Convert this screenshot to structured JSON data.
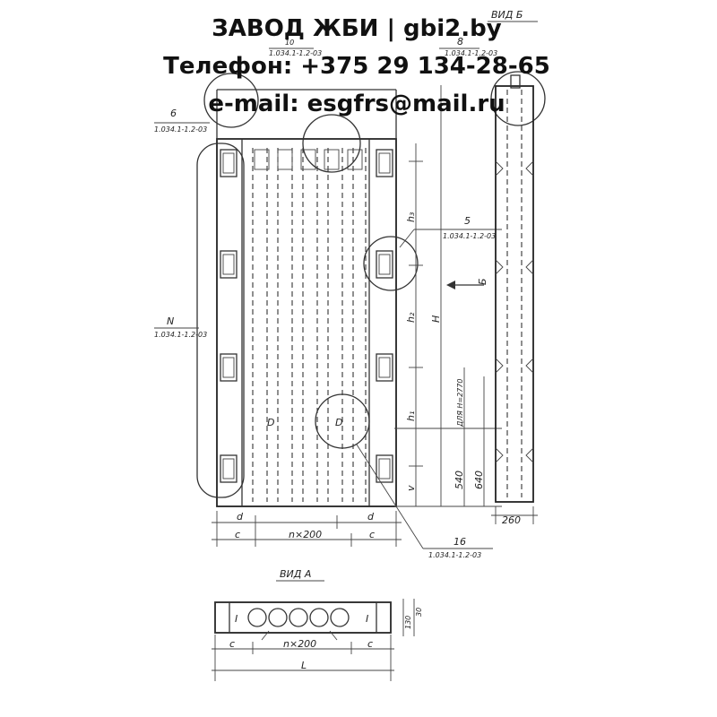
{
  "watermark": {
    "line1": "ЗАВОД ЖБИ | gbi2.by",
    "line2": "Телефон: +375 29 134-28-65",
    "line3": "e-mail: esgfrs@mail.ru"
  },
  "drawing": {
    "view_b_title": "ВИД Б",
    "view_a_title": "ВИД А",
    "callout_top_left": {
      "num": "6",
      "ref": "1.034.1-1.2-03"
    },
    "callout_top_mid": {
      "num": "10",
      "ref": "1.034.1-1.2-03"
    },
    "callout_top_right": {
      "num": "8",
      "ref": "1.034.1-1.2-03"
    },
    "callout_side_left": {
      "num": "N",
      "ref": "1.034.1-1.2-03"
    },
    "callout_right": {
      "num": "5",
      "ref": "1.034.1-1.2-03"
    },
    "callout_bottom": {
      "num": "16",
      "ref": "1.034.1-1.2-03"
    },
    "dim_h3": "h₃",
    "dim_h2": "h₂",
    "dim_h1": "h₁",
    "dim_H": "H",
    "dim_note": "ДЛЯ H=2770",
    "dim_540": "540",
    "dim_640": "640",
    "dim_v": "v",
    "dim_d_left": "d",
    "dim_d_right": "d",
    "dim_c_left": "c",
    "dim_c_right": "c",
    "dim_nx200": "n×200",
    "dim_260": "260",
    "dim_30": "30",
    "dim_130": "130",
    "dim_a_c_left": "c",
    "dim_a_c_right": "c",
    "dim_a_nx200": "n×200",
    "dim_L": "L",
    "arrow_b": "Б",
    "mark_I_left": "I",
    "mark_I_right": "I",
    "hole_mark_1": "D",
    "hole_mark_2": "D"
  }
}
